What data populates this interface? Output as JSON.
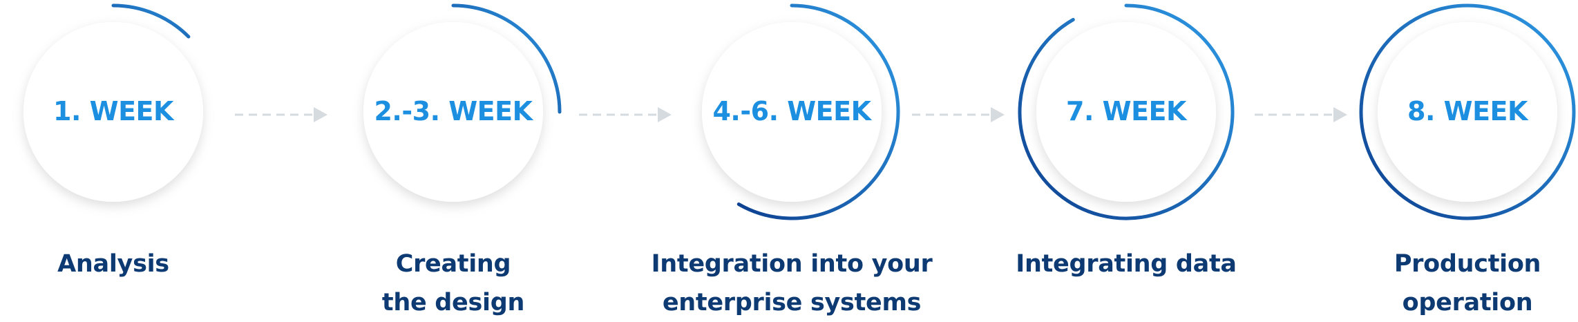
{
  "colors": {
    "accent_light": "#2e9be6",
    "accent_dark": "#0d3f8f",
    "week_text": "#1d8fe0",
    "label_text": "#0d3a72",
    "arrow": "#d6dbe0",
    "circle_fill": "#ffffff"
  },
  "steps": [
    {
      "week": "1. WEEK",
      "label": [
        "Analysis"
      ],
      "progress": 0.125
    },
    {
      "week": "2.-3. WEEK",
      "label": [
        "Creating",
        "the design"
      ],
      "progress": 0.25
    },
    {
      "week": "4.-6. WEEK",
      "label": [
        "Integration into your",
        "enterprise systems"
      ],
      "progress": 0.583
    },
    {
      "week": "7. WEEK",
      "label": [
        "Integrating data"
      ],
      "progress": 0.917
    },
    {
      "week": "8. WEEK",
      "label": [
        "Production",
        "operation"
      ],
      "progress": 1.0
    }
  ]
}
